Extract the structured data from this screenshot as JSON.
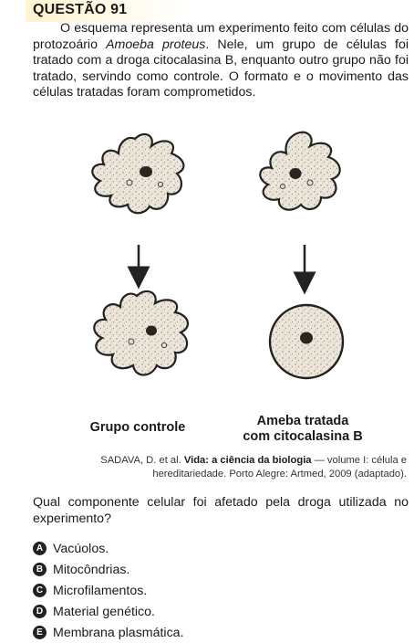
{
  "question": {
    "title": "QUESTÃO 91",
    "stem_part1": "O esquema representa um experimento feito com células do protozoário ",
    "stem_italic": "Amoeba proteus",
    "stem_part2": ". Nele, um grupo de células foi tratado com a droga citocalasina B, enquanto outro grupo não foi tratado, servindo como controle. O formato e o movimento das células tratadas foram comprometidos.",
    "figure": {
      "left_caption": "Grupo controle",
      "right_caption_line1": "Ameba tratada",
      "right_caption_line2": "com citocalasina B"
    },
    "source": {
      "prefix": "SADAVA, D. et al. ",
      "bold_title": "Vida: a ciência da biologia",
      "suffix": " — volume I: célula e hereditariedade. Porto Alegre: Artmed, 2009 (adaptado)."
    },
    "prompt": "Qual componente celular foi afetado pela droga utilizada no experimento?",
    "options": [
      {
        "letter": "A",
        "text": "Vacúolos."
      },
      {
        "letter": "B",
        "text": "Mitocôndrias."
      },
      {
        "letter": "C",
        "text": "Microfilamentos."
      },
      {
        "letter": "D",
        "text": "Material genético."
      },
      {
        "letter": "E",
        "text": "Membrana plasmática."
      }
    ]
  }
}
